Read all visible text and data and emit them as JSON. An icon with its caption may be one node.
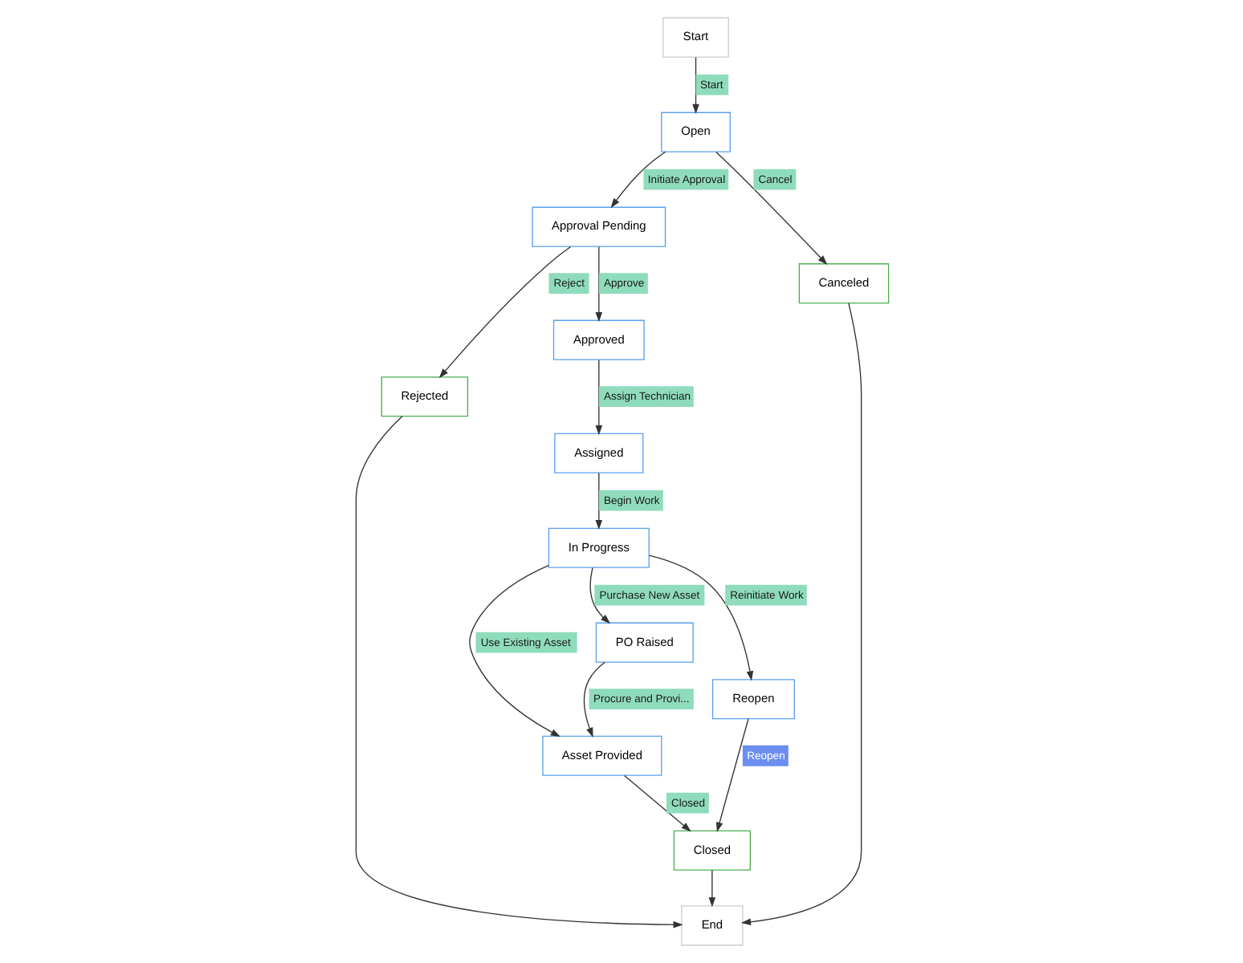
{
  "diagram": {
    "nodes": [
      {
        "text": [
          "Start"
        ]
      },
      {
        "text": [
          "Open"
        ]
      },
      {
        "text": [
          "Approval Pending"
        ]
      },
      {
        "text": [
          "Approved"
        ]
      },
      {
        "text": [
          "Assigned"
        ]
      },
      {
        "text": [
          "In Progress"
        ]
      },
      {
        "text": [
          "PO Raised"
        ]
      },
      {
        "text": [
          "Reopen"
        ]
      },
      {
        "text": [
          "Asset Provided"
        ]
      },
      {
        "text": [
          "Closed"
        ]
      },
      {
        "text": [
          "Canceled"
        ]
      },
      {
        "text": [
          "Rejected"
        ]
      },
      {
        "text": [
          "End"
        ]
      }
    ],
    "edges": [
      {
        "from": 0,
        "to": 1,
        "arrow": "to",
        "label": "Start"
      },
      {
        "from": 1,
        "to": 2,
        "arrow": "to",
        "label": "Initiate Approval"
      },
      {
        "from": 2,
        "to": 3,
        "arrow": "to",
        "label": "Approve"
      },
      {
        "from": 2,
        "to": 11,
        "arrow": "to",
        "label": "Reject"
      },
      {
        "from": 3,
        "to": 4,
        "arrow": "to",
        "label": "Assign Technician"
      },
      {
        "from": 4,
        "to": 5,
        "arrow": "to",
        "label": "Begin Work"
      },
      {
        "from": 5,
        "to": 7,
        "arrow": "to",
        "label": "Reinitiate Work"
      },
      {
        "from": 1,
        "to": 10,
        "arrow": "to",
        "label": "Cancel"
      },
      {
        "from": 5,
        "to": 6,
        "arrow": "to",
        "label": "Purchase New Asset"
      },
      {
        "from": 5,
        "to": 8,
        "arrow": "to",
        "label": "Use Existing Asset"
      },
      {
        "from": 6,
        "to": 8,
        "arrow": "to",
        "label": "Procure and Provi..."
      },
      {
        "from": 7,
        "to": 9,
        "arrow": "to",
        "label": "Reopen"
      },
      {
        "from": 8,
        "to": 9,
        "arrow": "to",
        "label": "Closed"
      },
      {
        "from": 9,
        "to": 12,
        "arrow": "to"
      },
      {
        "from": 10,
        "to": 12,
        "arrow": "to"
      },
      {
        "from": 11,
        "to": 12,
        "arrow": "to"
      }
    ]
  }
}
